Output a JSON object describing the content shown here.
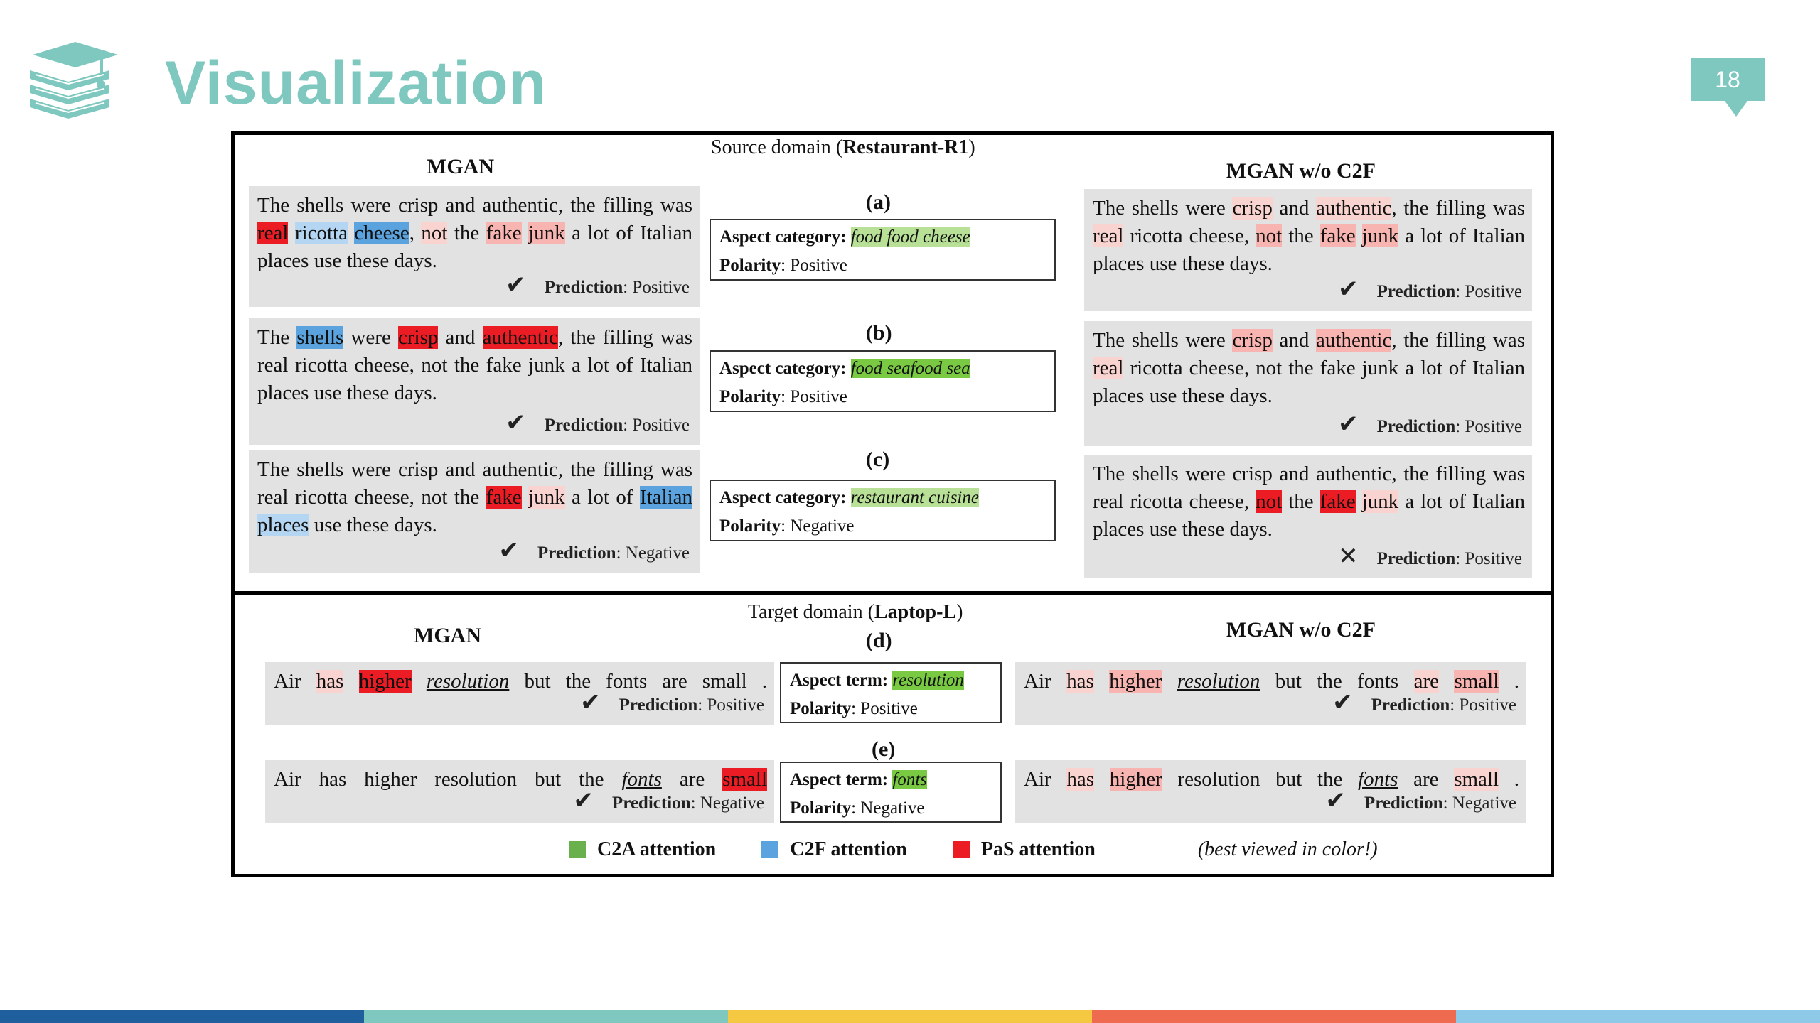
{
  "slide": {
    "title": "Visualization",
    "page_number": "18"
  },
  "figure": {
    "source_domain": {
      "prefix": "Source domain (",
      "name": "Restaurant-R1",
      "suffix": ")"
    },
    "target_domain": {
      "prefix": "Target domain (",
      "name": "Laptop-L",
      "suffix": ")"
    },
    "col_left": "MGAN",
    "col_right": "MGAN w/o C2F",
    "labels": {
      "a": "(a)",
      "b": "(b)",
      "c": "(c)",
      "d": "(d)",
      "e": "(e)"
    },
    "aspects": {
      "a": {
        "label": "Aspect category:",
        "value": "food food cheese",
        "polarity_label": "Polarity",
        "polarity": ": Positive"
      },
      "b": {
        "label": "Aspect category:",
        "value": "food seafood sea",
        "polarity_label": "Polarity",
        "polarity": ": Positive"
      },
      "c": {
        "label": "Aspect category:",
        "value": "restaurant cuisine",
        "polarity_label": "Polarity",
        "polarity": ": Negative"
      },
      "d": {
        "label": "Aspect term:",
        "value": "resolution",
        "polarity_label": "Polarity",
        "polarity": ": Positive"
      },
      "e": {
        "label": "Aspect term:",
        "value": "fonts",
        "polarity_label": "Polarity",
        "polarity": ": Negative"
      }
    },
    "predictions": {
      "label": "Prediction",
      "positive": ": Positive",
      "negative": ": Negative",
      "check": "✔",
      "cross": "✕"
    },
    "legend": {
      "c2a": "C2A attention",
      "c2f": "C2F attention",
      "pas": "PaS attention",
      "note": "(best viewed in color!)",
      "colors": {
        "c2a": "#6ab04c",
        "c2f": "#5aa3df",
        "pas": "#ec1c24"
      }
    }
  },
  "sentence_restaurant": "The shells were crisp and authentic, the filling was real ricotta cheese, not the fake junk a lot of Italian places use these days.",
  "sentence_laptop": "Air has higher resolution but the fonts are small .",
  "bottom_bar_colors": [
    "#1f5f9e",
    "#7ec8c0",
    "#f5c842",
    "#ef6b4f",
    "#8ec9e8"
  ]
}
